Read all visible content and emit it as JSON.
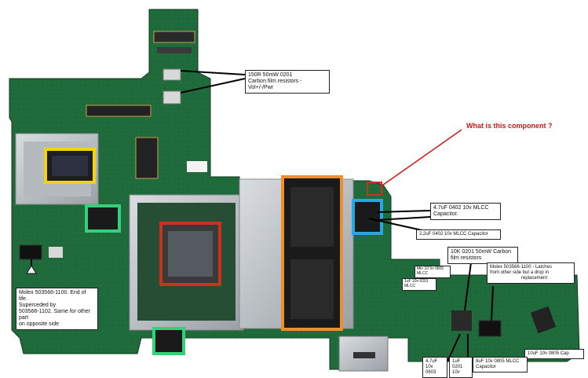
{
  "colors": {
    "pcb": "#1f6a3a",
    "pcb_dark": "#17502c",
    "gold": "#c9a24a",
    "metal": "#c8ccd1",
    "highlight_yellow": "#f1d315",
    "highlight_green": "#35d07a",
    "highlight_red": "#c8341b",
    "highlight_orange": "#ee8f2c",
    "highlight_blue": "#2aa7e2",
    "question_red": "#d01818"
  },
  "annotations": {
    "resistors_top": {
      "line1": "150R 50mW 0201",
      "line2": "Carbon film resistors - Vol+/-/Pwr"
    },
    "question": "What is this component ?",
    "cap_47uF": {
      "line1": "4.7uF 0402 10v MLCC",
      "line2": "Capacitor."
    },
    "cap_22uF": "2.2uF 0402 10v MLCC Capacitor",
    "resistor_10k": {
      "line1": "10K 0201 50mW Carbon",
      "line2": "film resistors"
    },
    "molex_right": {
      "line1": "Molex 503566-1100 - Latches",
      "line2": "from other side but a drop in",
      "line3": "replacement"
    },
    "molex_left": {
      "line1": "Molex 503566-1100. End of life.",
      "line2": "Superceded by",
      "line3": "503566-1102. Same for other part",
      "line4": "on opposite side"
    },
    "cap_10uF": "10uF 10v 0805 Cap",
    "cap_47uF_small": {
      "line1": "4.7uF",
      "line2": "10v 0603"
    },
    "cap_1uF": {
      "line1": "1uF 0201",
      "line2": "10v"
    },
    "cap_8uF": {
      "line1": "8uF 10v 0805 MLCC",
      "line2": "Capacitor"
    },
    "small_label_a": "Min 10 5v 0805 MLCC",
    "small_label_b": "1uF 10v 0201 MLCC"
  }
}
